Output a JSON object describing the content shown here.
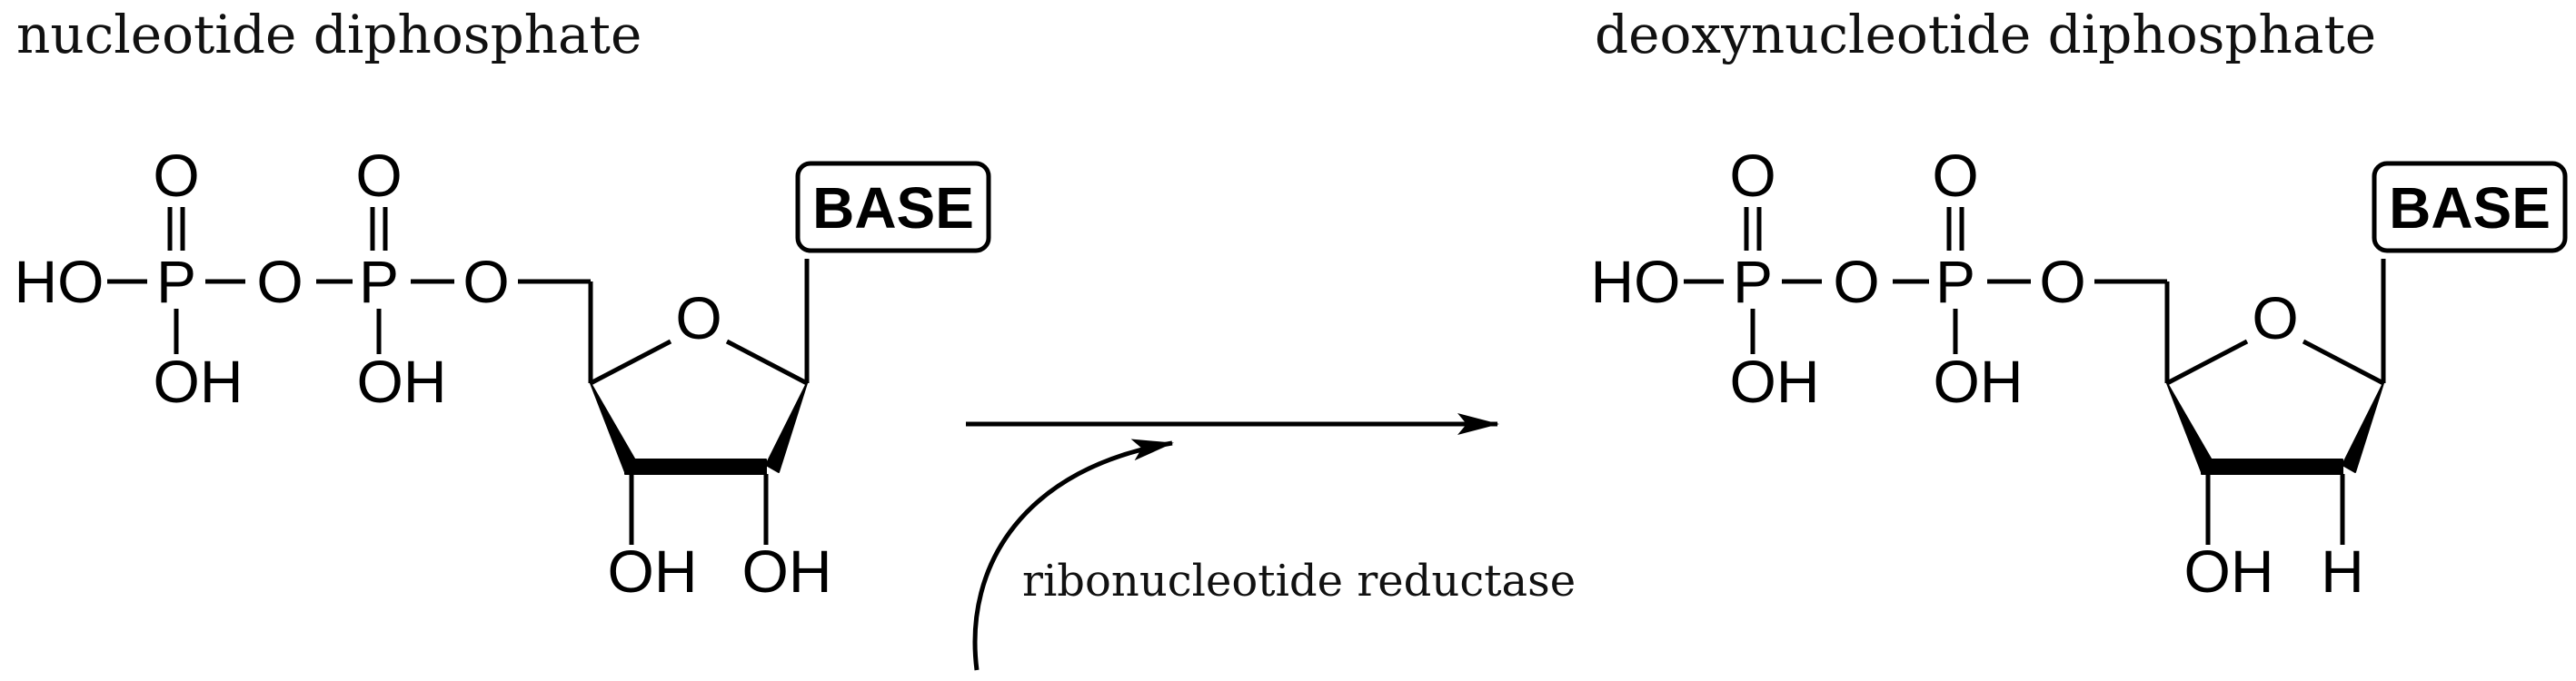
{
  "diagram": {
    "reactant": {
      "title": "nucleotide diphosphate",
      "atoms": {
        "ho_left": "HO",
        "p1": "P",
        "p2": "P",
        "o_bridge": "O",
        "o_ester": "O",
        "o_top1": "O",
        "o_top2": "O",
        "oh_p1": "OH",
        "oh_p2": "OH",
        "ring_o": "O",
        "oh_c3": "OH",
        "sub_c2": "OH"
      },
      "base_label": "BASE"
    },
    "product": {
      "title": "deoxynucleotide diphosphate",
      "atoms": {
        "ho_left": "HO",
        "p1": "P",
        "p2": "P",
        "o_bridge": "O",
        "o_ester": "O",
        "o_top1": "O",
        "o_top2": "O",
        "oh_p1": "OH",
        "oh_p2": "OH",
        "ring_o": "O",
        "oh_c3": "OH",
        "sub_c2": "H"
      },
      "base_label": "BASE"
    },
    "enzyme_label": "ribonucleotide reductase"
  }
}
